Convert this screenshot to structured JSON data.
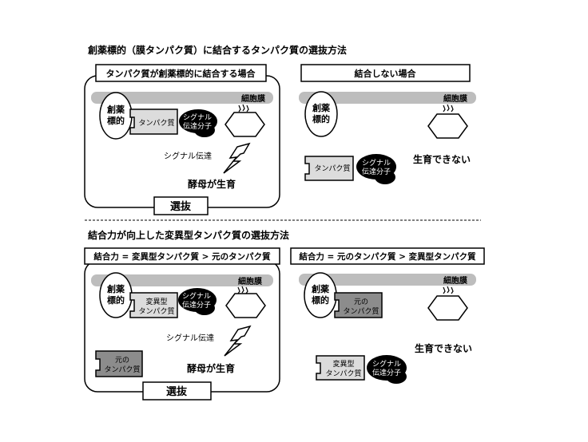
{
  "section1": {
    "title": "創薬標的（膜タンパク質）に結合するタンパク質の選抜方法",
    "left": {
      "header": "タンパク質が創薬標的に結合する場合",
      "membrane": "細胞膜",
      "target_line1": "創薬",
      "target_line2": "標的",
      "protein": "タンパク質",
      "signal_line1": "シグナル",
      "signal_line2": "伝達分子",
      "transduction": "シグナル伝達",
      "growth": "酵母が生育",
      "selection": "選抜"
    },
    "right": {
      "header": "結合しない場合",
      "membrane": "細胞膜",
      "target_line1": "創薬",
      "target_line2": "標的",
      "protein": "タンパク質",
      "signal_line1": "シグナル",
      "signal_line2": "伝達分子",
      "no_growth": "生育できない"
    }
  },
  "section2": {
    "title": "結合力が向上した変異型タンパク質の選抜方法",
    "left": {
      "header": "結合力 = 変異型タンパク質 > 元のタンパク質",
      "membrane": "細胞膜",
      "target_line1": "創薬",
      "target_line2": "標的",
      "mutant_line1": "変異型",
      "mutant_line2": "タンパク質",
      "signal_line1": "シグナル",
      "signal_line2": "伝達分子",
      "transduction": "シグナル伝達",
      "original_line1": "元の",
      "original_line2": "タンパク質",
      "growth": "酵母が生育",
      "selection": "選抜"
    },
    "right": {
      "header": "結合力 = 元のタンパク質 > 変異型タンパク質",
      "membrane": "細胞膜",
      "target_line1": "創薬",
      "target_line2": "標的",
      "original_line1": "元の",
      "original_line2": "タンパク質",
      "mutant_line1": "変異型",
      "mutant_line2": "タンパク質",
      "signal_line1": "シグナル",
      "signal_line2": "伝達分子",
      "no_growth": "生育できない"
    }
  },
  "colors": {
    "membrane": "#bdbdbd",
    "protein_light": "#dcdcdc",
    "protein_dark": "#8c8c8c",
    "signal": "#000000",
    "line": "#000000"
  }
}
